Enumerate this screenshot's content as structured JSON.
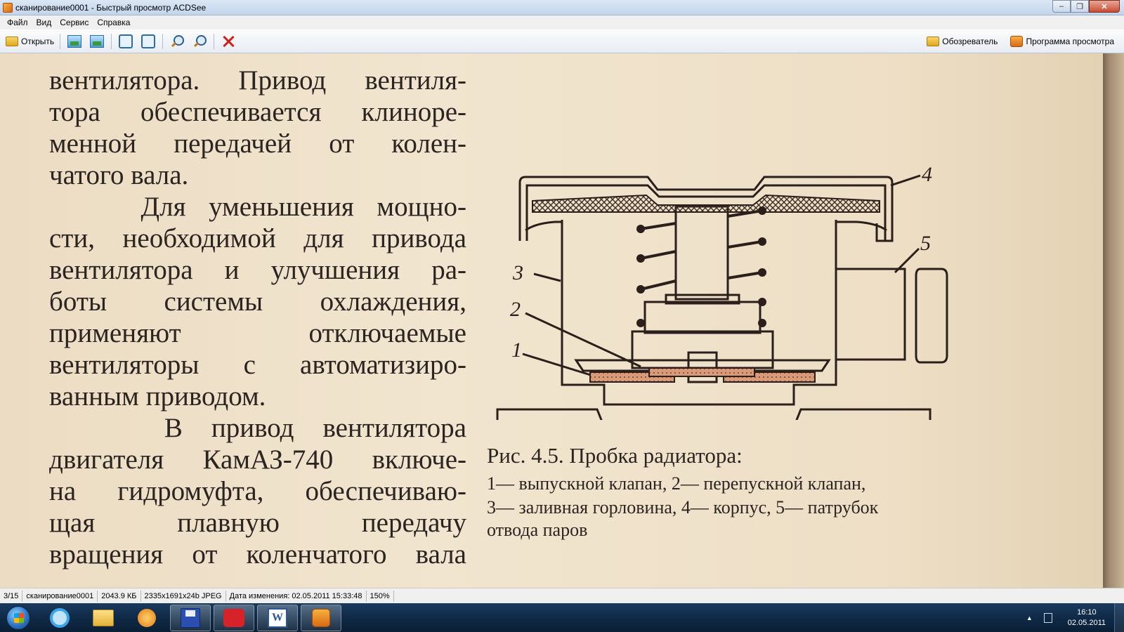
{
  "window": {
    "title": "сканирование0001 - Быстрый просмотр ACDSee",
    "minimize": "‒",
    "maximize": "❐",
    "close": "✕"
  },
  "menu": {
    "items": [
      "Файл",
      "Вид",
      "Сервис",
      "Справка"
    ]
  },
  "toolbar": {
    "open_label": "Открыть",
    "browser_label": "Обозреватель",
    "viewer_label": "Программа просмотра",
    "icons": [
      "folder-open-icon",
      "prev-image-icon",
      "next-image-icon",
      "rotate-left-icon",
      "rotate-right-icon",
      "zoom-in-icon",
      "zoom-out-icon",
      "delete-icon"
    ]
  },
  "document": {
    "lines": [
      "вентилятора. Привод вентиля-",
      "тора обеспечивается клиноре-",
      "менной передачей от колен-",
      "чатого вала.",
      "    Для уменьшения мощно-",
      "сти, необходимой для привода",
      "вентилятора и улучшения ра-",
      "боты системы охлаждения,",
      "применяют отключаемые",
      "вентиляторы с автоматизиро-",
      "ванным приводом.",
      "    В привод вентилятора",
      "двигателя КамАЗ-740 включе-",
      "на гидромуфта, обеспечиваю-",
      "щая плавную передачу",
      "вращения от коленчатого вала"
    ],
    "figure": {
      "labels": [
        "1",
        "2",
        "3",
        "4",
        "5"
      ],
      "caption_title": "Рис. 4.5. Пробка радиатора:",
      "caption_line1": "1— выпускной клапан, 2— перепускной клапан,",
      "caption_line2": "3— заливная горловина, 4— корпус, 5— патрубок",
      "caption_line3": "отвода паров"
    }
  },
  "statusbar": {
    "index": "3/15",
    "filename": "сканирование0001",
    "filesize": "2043.9 КБ",
    "dimensions": "2335x1691x24b JPEG",
    "modified": "Дата изменения: 02.05.2011 15:33:48",
    "zoom": "150%"
  },
  "taskbar": {
    "apps": [
      "internet-explorer-icon",
      "file-explorer-icon",
      "media-player-icon",
      "save-app-icon",
      "red-app-icon",
      "word-icon",
      "acdsee-icon"
    ],
    "clock_time": "16:10",
    "clock_date": "02.05.2011",
    "tray_arrow": "▲"
  }
}
